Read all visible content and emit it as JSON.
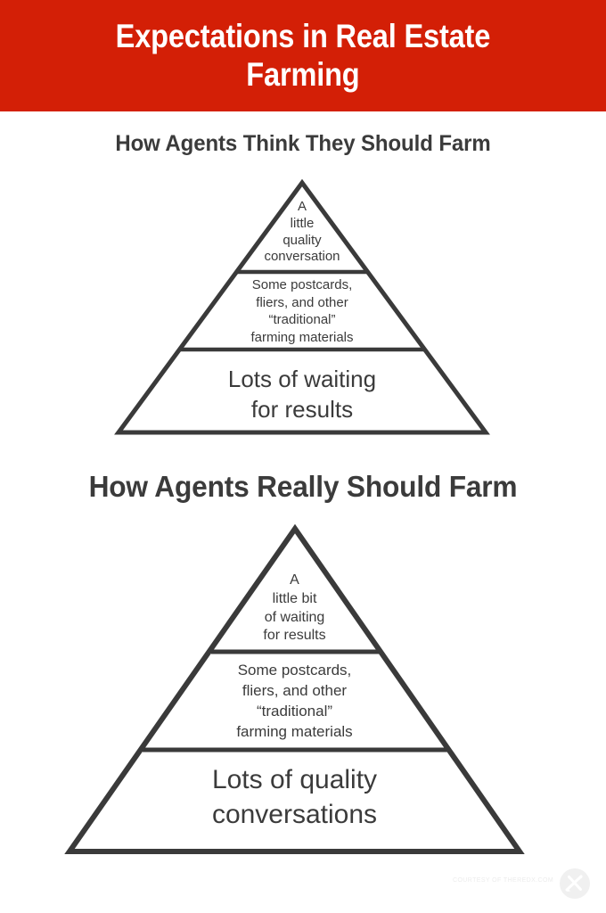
{
  "banner": {
    "title": "Expectations in Real Estate\nFarming",
    "background_color": "#d31f06",
    "text_color": "#ffffff"
  },
  "sections": [
    {
      "heading": "How Agents Think They Should Farm",
      "pyramid": {
        "tiers": [
          {
            "position": "top",
            "text": "A\nlittle\nquality\nconversation"
          },
          {
            "position": "middle",
            "text": "Some  postcards,\nfliers, and other\n“traditional”\nfarming materials"
          },
          {
            "position": "bottom",
            "text": "Lots of waiting\nfor results"
          }
        ]
      }
    },
    {
      "heading": "How Agents Really Should Farm",
      "pyramid": {
        "tiers": [
          {
            "position": "top",
            "text": "A\nlittle bit\nof waiting\nfor results"
          },
          {
            "position": "middle",
            "text": "Some  postcards,\nfliers, and other\n“traditional”\nfarming materials"
          },
          {
            "position": "bottom",
            "text": "Lots of quality\nconversations"
          }
        ]
      }
    }
  ],
  "footer": {
    "credit": "COURTESY OF THEREDX.COM",
    "logo_icon": "redx-circle-logo-icon"
  },
  "colors": {
    "accent_red": "#d31f06",
    "ink": "#3b3b3b",
    "stroke": "#3a3a3a",
    "page_background": "#ffffff",
    "watermark": "#ececec"
  }
}
